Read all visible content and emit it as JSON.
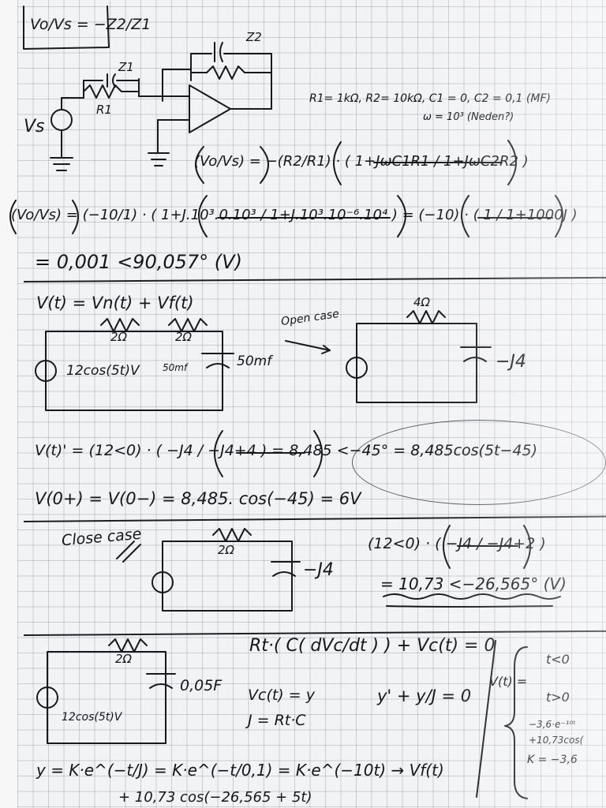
{
  "sheet": {
    "header_formula": "Vo/Vs = −Z2/Z1",
    "section1": {
      "labels": {
        "z2": "Z2",
        "z1": "Z1",
        "r1": "R1",
        "vs": "Vs"
      },
      "given": "R1= 1kΩ, R2= 10kΩ, C1 = 0, C2 = 0,1 (MF)",
      "omega": "ω = 10³ (Neden?)",
      "formula": "(Vo/Vs) = −(R2/R1) · ( 1+JωC1R1 / 1+JωC2R2 )",
      "substitution": "(Vo/Vs) = (−10/1) · ( 1+J.10³.0.10³ / 1+J.10³.10⁻⁶.10⁴ ) = (−10) · ( 1 / 1+1000J )",
      "result": "= 0,001 <90,057° (V)"
    },
    "section2": {
      "equation": "V(t) = Vn(t) + Vf(t)",
      "r_left": "2Ω",
      "r_right": "2Ω",
      "source": "12cos(5t)V",
      "cap_left": "50mf",
      "cap_right": "50mf",
      "open_case": "Open case",
      "r_open": "4Ω",
      "reactance_open": "−J4",
      "vt_eq": "V(t)' = (12<0) · ( −J4 / −J4+4 ) = 8,485 <−45° = 8,485cos(5t−45)",
      "v0_eq": "V(0+) = V(0−) = 8,485. cos(−45) = 6V"
    },
    "section3": {
      "close_case": "Close case",
      "r_close": "2Ω",
      "reactance_close": "−J4",
      "phasor_eq": "(12<0) · ( −J4 / −J4+2 )",
      "phasor_result": "= 10,73 <−26,565° (V)"
    },
    "section4": {
      "r": "2Ω",
      "source": "12cos(5t)V",
      "cap": "0,05F",
      "diff_eq": "Rt·( C( dVc/dt ) ) + Vc(t) = 0",
      "subst1": "Vc(t) = y",
      "subst2": "J = Rt·C",
      "ode": "y' + y/J = 0",
      "vt_label": "V(t) =",
      "case_neg": "t<0",
      "case_pos": "t>0",
      "case_val1": "−3,6·e⁻¹⁰ᵗ",
      "case_val2": "+10,73cos(",
      "k_value": "K = −3,6",
      "solution": "y = K·e^(−t/J) = K·e^(−t/0,1) = K·e^(−10t) → Vf(t)",
      "bottom_line": "+ 10,73 cos(−26,565 + 5t)"
    }
  }
}
